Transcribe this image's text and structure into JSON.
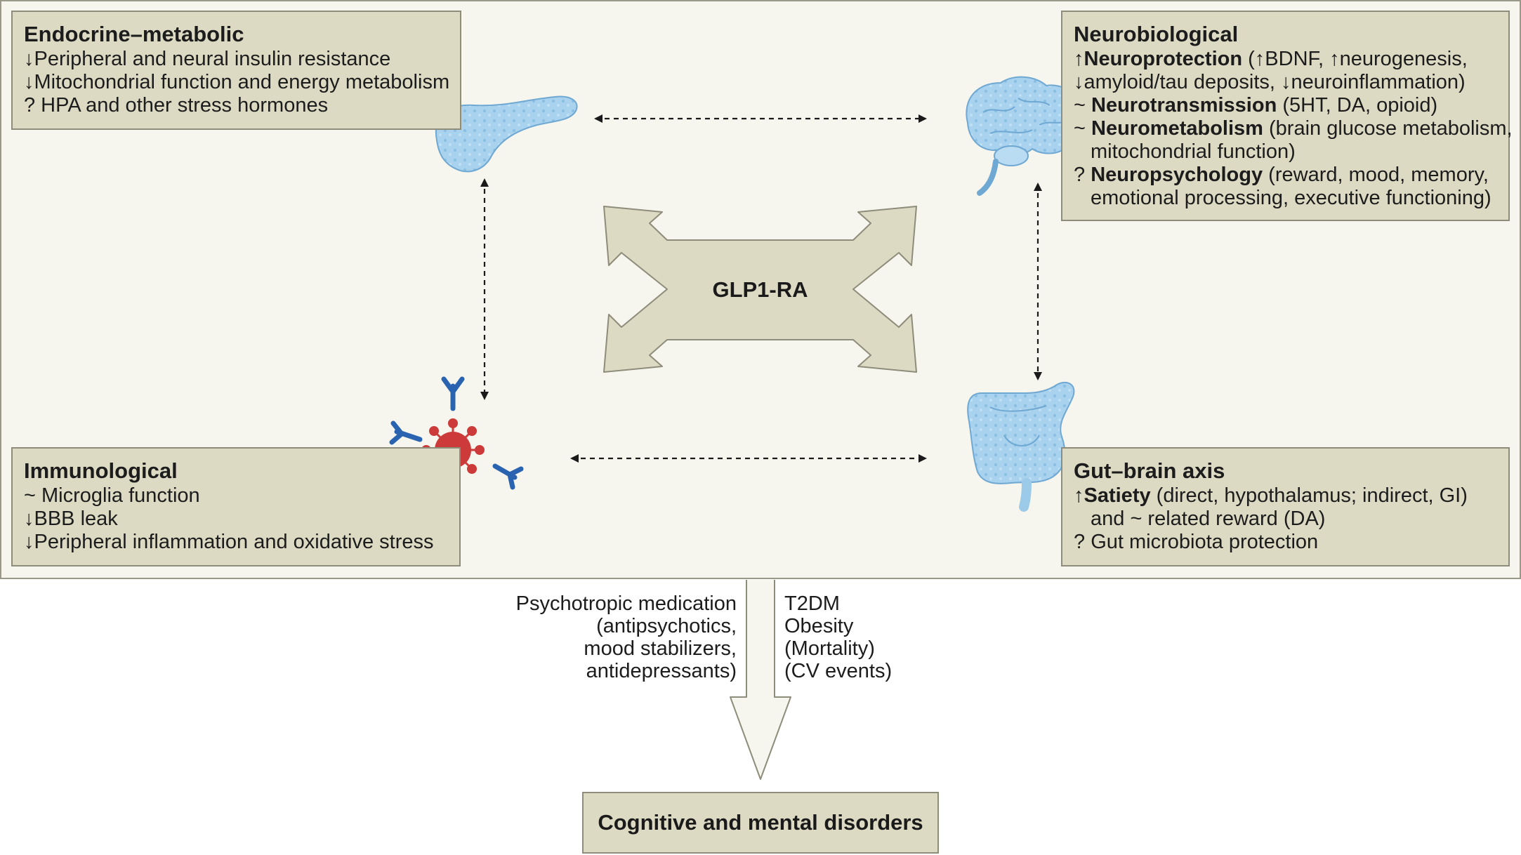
{
  "center": {
    "label": "GLP1-RA"
  },
  "endocrine": {
    "title": "Endocrine–metabolic",
    "items": [
      "↓Peripheral and neural insulin resistance",
      "↓Mitochondrial function and energy metabolism",
      "? HPA and other stress hormones"
    ]
  },
  "neurobiological": {
    "title": "Neurobiological",
    "items": [
      {
        "prefix": "↑",
        "bold": "Neuroprotection",
        "rest": " (↑BDNF, ↑neurogenesis,"
      },
      {
        "prefix": "",
        "bold": "",
        "rest": "↓amyloid/tau deposits, ↓neuroinflammation)"
      },
      {
        "prefix": "~ ",
        "bold": "Neurotransmission",
        "rest": " (5HT, DA, opioid)"
      },
      {
        "prefix": "~ ",
        "bold": "Neurometabolism",
        "rest": " (brain glucose metabolism,"
      },
      {
        "prefix": "",
        "bold": "",
        "rest": "mitochondrial function)"
      },
      {
        "prefix": "? ",
        "bold": "Neuropsychology",
        "rest": " (reward, mood, memory,"
      },
      {
        "prefix": "",
        "bold": "",
        "rest": "emotional processing, executive functioning)"
      }
    ]
  },
  "immunological": {
    "title": "Immunological",
    "items": [
      "~ Microglia function",
      "↓BBB leak",
      "↓Peripheral inflammation and oxidative stress"
    ]
  },
  "gut_brain": {
    "title": "Gut–brain axis",
    "items": [
      {
        "prefix": "↑",
        "bold": "Satiety",
        "rest": " (direct, hypothalamus; indirect, GI)"
      },
      {
        "prefix": "",
        "bold": "",
        "rest": "and ~ related reward (DA)"
      },
      {
        "prefix": "? ",
        "bold": "",
        "rest": "Gut microbiota protection"
      }
    ]
  },
  "left_factors": [
    "Psychotropic medication",
    "(antipsychotics,",
    "mood stabilizers,",
    "antidepressants)"
  ],
  "right_factors": [
    "T2DM",
    "Obesity",
    "(Mortality)",
    "(CV events)"
  ],
  "outcome": {
    "label": "Cognitive and mental disorders"
  },
  "colors": {
    "panel_bg": "#f6f6ee",
    "box_bg": "#dddac4",
    "box_border": "#8e8c7a",
    "organ_blue": "#9ccbe9",
    "virus_red": "#cc3a3a",
    "antibody_blue": "#2a64b0"
  }
}
